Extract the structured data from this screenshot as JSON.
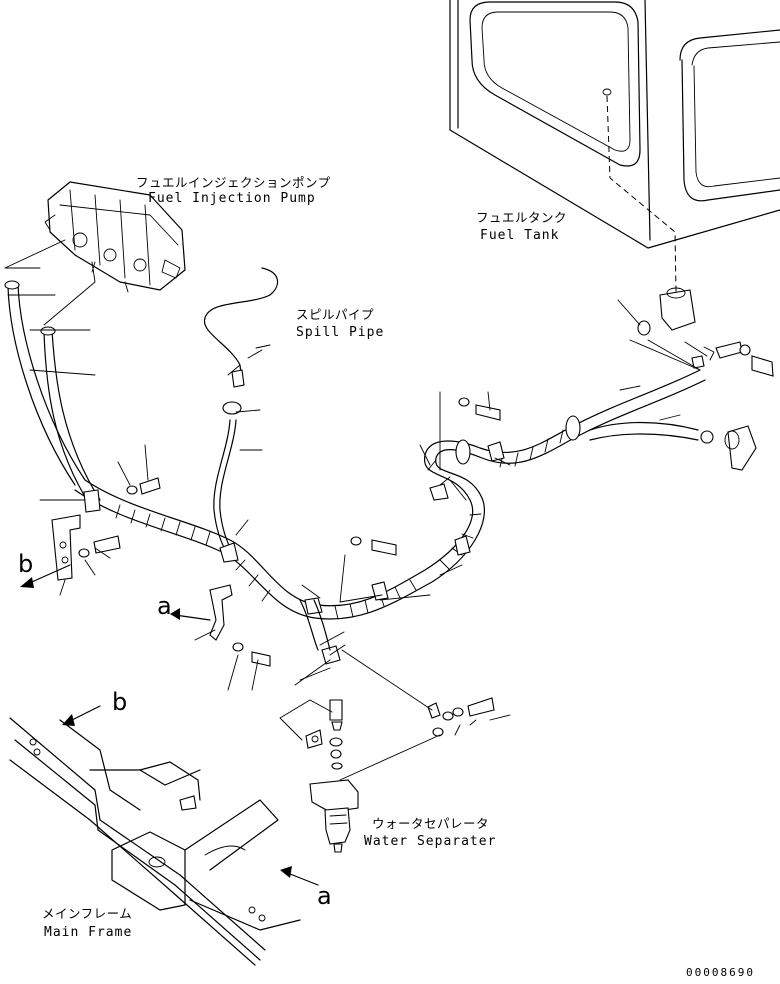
{
  "labels": {
    "fuel_injection_pump_jp": "フュエルインジェクションポンプ",
    "fuel_injection_pump_en": "Fuel Injection Pump",
    "fuel_tank_jp": "フュエルタンク",
    "fuel_tank_en": "Fuel Tank",
    "spill_pipe_jp": "スピルパイプ",
    "spill_pipe_en": "Spill Pipe",
    "water_separator_jp": "ウォータセパレータ",
    "water_separator_en": "Water Separater",
    "main_frame_jp": "メインフレーム",
    "main_frame_en": "Main Frame"
  },
  "view_markers": {
    "b_left": "b",
    "a_mid": "a",
    "b_frame": "b",
    "a_frame": "a"
  },
  "document_number": "00008690"
}
